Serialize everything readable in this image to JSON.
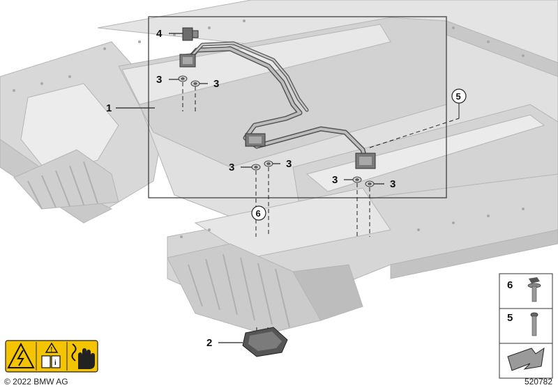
{
  "callouts": {
    "c1": "1",
    "c2": "2",
    "c3": "3",
    "c4": "4",
    "c5": "5",
    "c6": "6"
  },
  "legend": {
    "item_top": "6",
    "item_bottom": "5"
  },
  "footer": {
    "copyright": "© 2022 BMW AG",
    "image_id": "520782"
  },
  "colors": {
    "housing": "#d9d9d9",
    "housing_edge": "#b3b3b3",
    "pipe": "#9a9a9a",
    "warning_yellow": "#f5c400"
  },
  "icons": [
    "high-voltage-warning-icon",
    "caution-icon",
    "read-manual-icon",
    "hand-protection-icon",
    "arrow-direction-icon"
  ]
}
